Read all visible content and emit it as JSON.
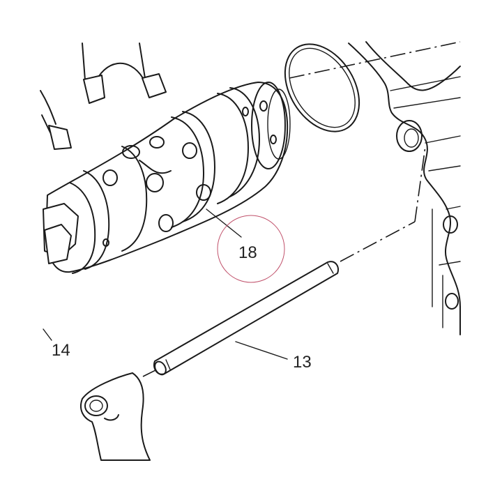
{
  "labels": {
    "part_18": "18",
    "part_13": "13",
    "part_14": "14"
  },
  "colors": {
    "line": "#1a1a1a",
    "highlight_circle": "#c0506a",
    "background": "#ffffff"
  }
}
